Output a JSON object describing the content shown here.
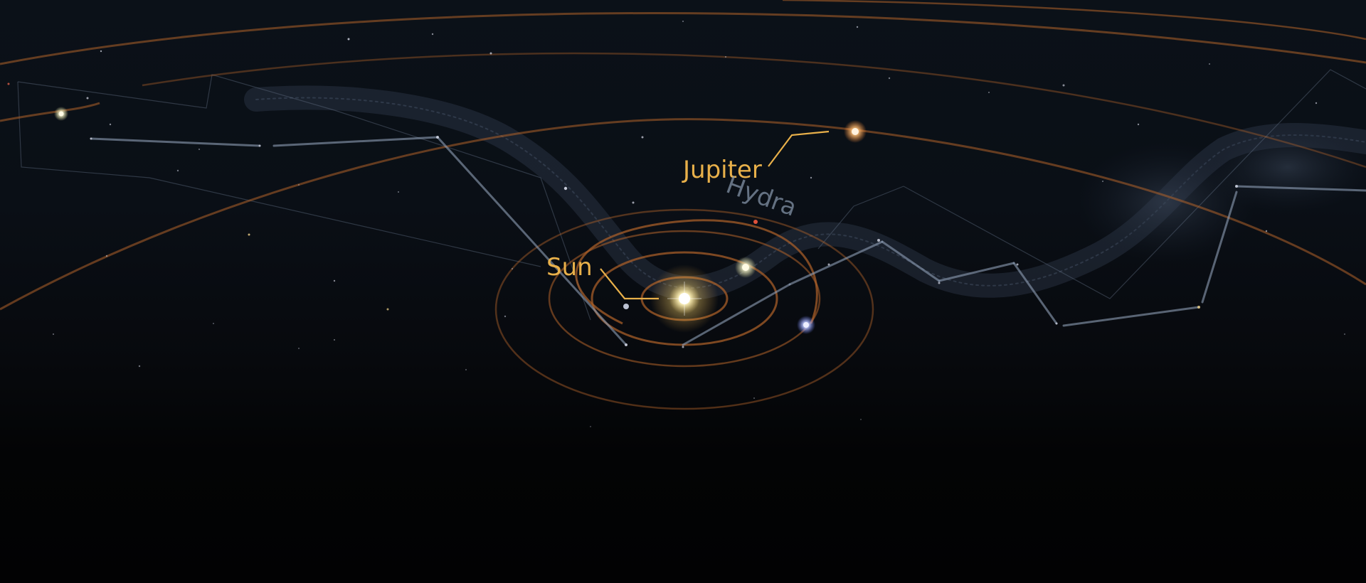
{
  "sky": {
    "labels": {
      "jupiter": "Jupiter",
      "sun": "Sun",
      "constellation": "Hydra"
    },
    "colors": {
      "label": "#e8b04a",
      "orbit": "#b0622a",
      "constellation_line": "#8fa0b8",
      "constellation_label": "#8a9bb0",
      "sun": "#fff6cc",
      "jupiter": "#ffb070"
    }
  }
}
